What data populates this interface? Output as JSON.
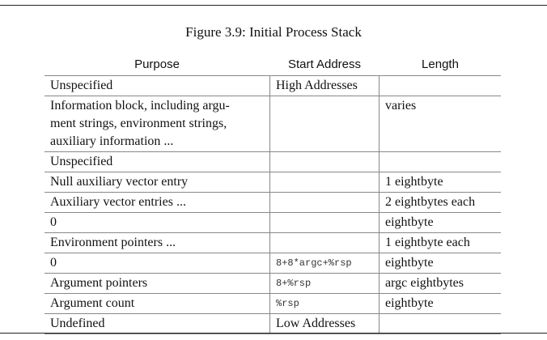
{
  "caption": "Figure 3.9: Initial Process Stack",
  "headers": {
    "purpose": "Purpose",
    "start": "Start Address",
    "length": "Length"
  },
  "rows": [
    {
      "purpose": "Unspecified",
      "start": "High Addresses",
      "length": ""
    },
    {
      "purpose_lines": [
        "Information block, including argu-",
        "ment strings, environment strings,",
        "auxiliary information ..."
      ],
      "start": "",
      "length": "varies"
    },
    {
      "purpose": "Unspecified",
      "start": "",
      "length": ""
    },
    {
      "purpose": "Null auxiliary vector entry",
      "start": "",
      "length": "1 eightbyte"
    },
    {
      "purpose": "Auxiliary vector entries ...",
      "start": "",
      "length": "2 eightbytes each"
    },
    {
      "purpose": "0",
      "start": "",
      "length": "eightbyte"
    },
    {
      "purpose": "Environment pointers ...",
      "start": "",
      "length": "1 eightbyte each"
    },
    {
      "purpose": "0",
      "start": "8+8*argc+%rsp",
      "length": "eightbyte"
    },
    {
      "purpose": "Argument pointers",
      "start": "8+%rsp",
      "length": "argc eightbytes"
    },
    {
      "purpose": "Argument count",
      "start": "%rsp",
      "length": "eightbyte"
    },
    {
      "purpose": "Undefined",
      "start": "Low Addresses",
      "length": ""
    }
  ]
}
